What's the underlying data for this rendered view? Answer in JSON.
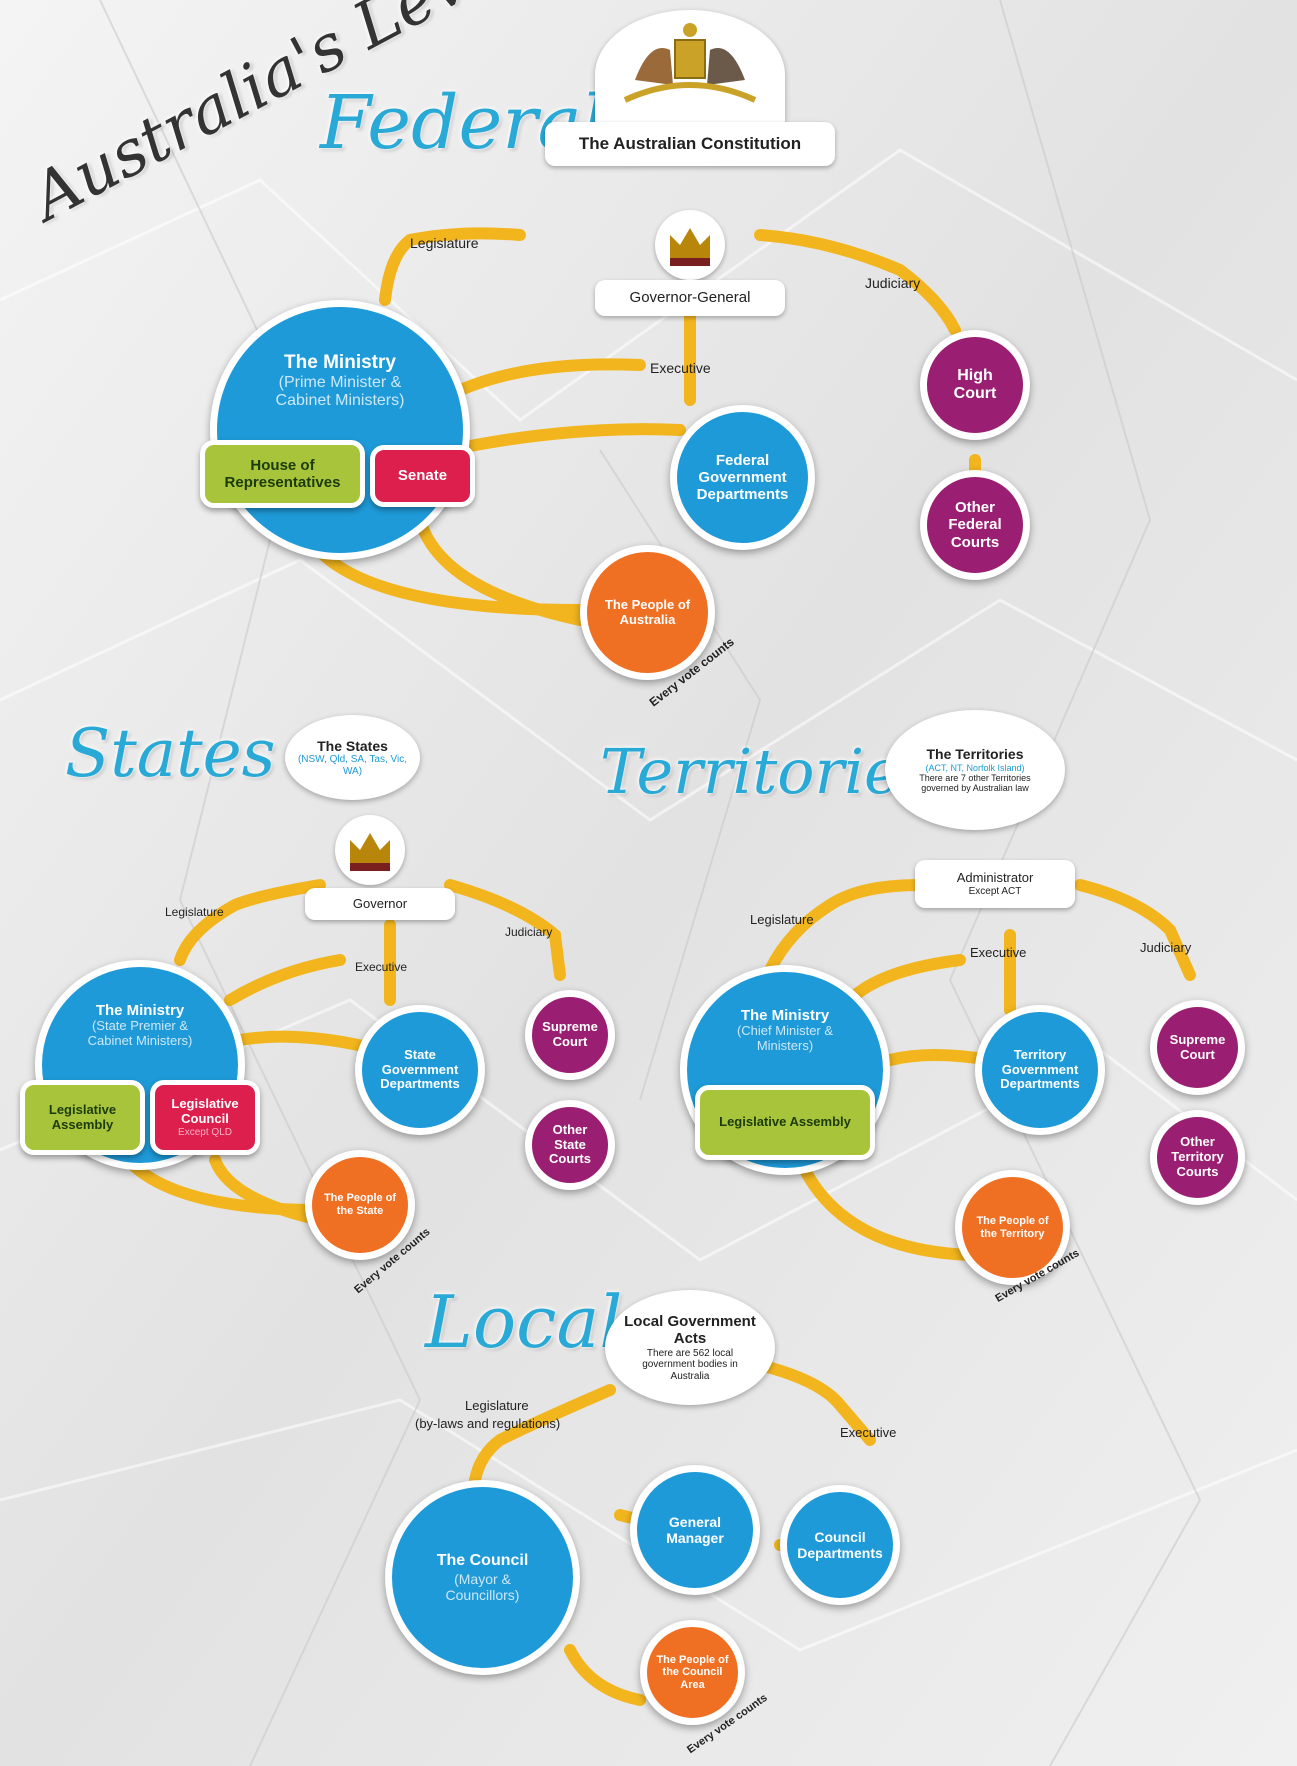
{
  "title": "Australia's Levels of Government",
  "federal": {
    "heading": "Federal",
    "constitution": "The Australian Constitution",
    "governor_general": "Governor-General",
    "legislature": "Legislature",
    "judiciary": "Judiciary",
    "executive": "Executive",
    "ministry_title": "The Ministry",
    "ministry_sub": "(Prime Minister & Cabinet Ministers)",
    "house": "House of Representatives",
    "senate": "Senate",
    "departments": "Federal Government Departments",
    "high_court": "High Court",
    "other_courts": "Other Federal Courts",
    "people": "The People of Australia",
    "vote": "Every vote counts"
  },
  "states": {
    "heading": "States",
    "box_title": "The States",
    "box_sub": "(NSW, Qld, SA, Tas, Vic, WA)",
    "governor": "Governor",
    "legislature": "Legislature",
    "judiciary": "Judiciary",
    "executive": "Executive",
    "ministry_title": "The Ministry",
    "ministry_sub": "(State Premier & Cabinet Ministers)",
    "assembly": "Legislative Assembly",
    "council": "Legislative Council",
    "council_note": "Except QLD",
    "departments": "State Government Departments",
    "supreme": "Supreme Court",
    "other_courts": "Other State Courts",
    "people": "The People of the State",
    "vote": "Every vote counts"
  },
  "territories": {
    "heading": "Territories",
    "box_title": "The Territories",
    "box_sub": "(ACT, NT, Norfolk Island)",
    "box_note": "There are 7 other Territories governed by Australian law",
    "administrator": "Administrator",
    "administrator_note": "Except ACT",
    "legislature": "Legislature",
    "judiciary": "Judiciary",
    "executive": "Executive",
    "ministry_title": "The Ministry",
    "ministry_sub": "(Chief Minister & Ministers)",
    "assembly": "Legislative Assembly",
    "departments": "Territory Government Departments",
    "supreme": "Supreme Court",
    "other_courts": "Other Territory Courts",
    "people": "The People of the Territory",
    "vote": "Every vote counts"
  },
  "local": {
    "heading": "Local",
    "box_title": "Local Government Acts",
    "box_note": "There are 562 local government bodies in Australia",
    "legislature": "Legislature",
    "legislature_sub": "(by-laws and regulations)",
    "executive": "Executive",
    "council_title": "The Council",
    "council_sub": "(Mayor & Councillors)",
    "general_manager": "General Manager",
    "council_departments": "Council Departments",
    "people": "The People of the Council Area",
    "vote": "Every vote counts"
  },
  "colors": {
    "blue": "#1e9ad8",
    "purple": "#9a1f72",
    "orange": "#f07023",
    "green": "#a8c43a",
    "red": "#dc1f4d",
    "line": "#f2b51e",
    "script": "#29a9d6"
  }
}
